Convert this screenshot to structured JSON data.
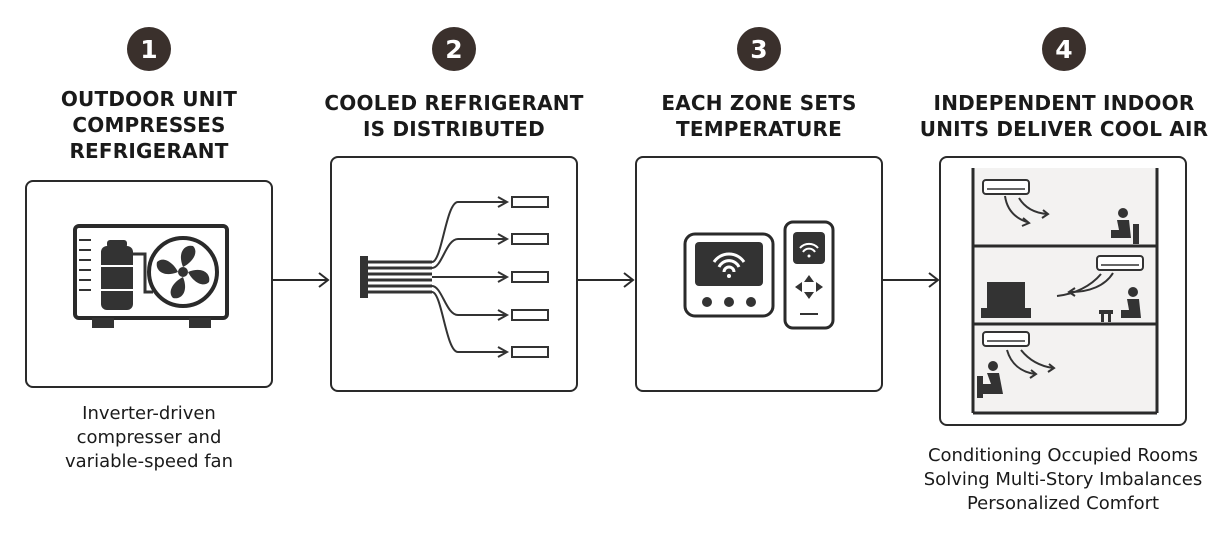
{
  "steps": [
    {
      "number": "1",
      "title_lines": [
        "OUTDOOR UNIT",
        "COMPRESSES",
        "REFRIGERANT"
      ],
      "note_lines": [
        "Inverter-driven",
        "compresser and",
        "variable-speed fan"
      ],
      "icon": "outdoor-ac-unit-icon"
    },
    {
      "number": "2",
      "title_lines": [
        "COOLED REFRIGERANT",
        "IS DISTRIBUTED"
      ],
      "icon": "refrigerant-manifold-icon"
    },
    {
      "number": "3",
      "title_lines": [
        "EACH ZONE SETS",
        "TEMPERATURE"
      ],
      "icon": "thermostat-and-remote-icon"
    },
    {
      "number": "4",
      "title_lines": [
        "INDEPENDENT INDOOR",
        "UNITS DELIVER COOL AIR"
      ],
      "note_lines": [
        "Conditioning Occupied Rooms",
        "Solving Multi-Story Imbalances",
        "Personalized Comfort"
      ],
      "icon": "multi-story-house-icon"
    }
  ],
  "colors": {
    "badge": "#3a302c",
    "stroke": "#2a2a2a",
    "fill": "#333333"
  }
}
